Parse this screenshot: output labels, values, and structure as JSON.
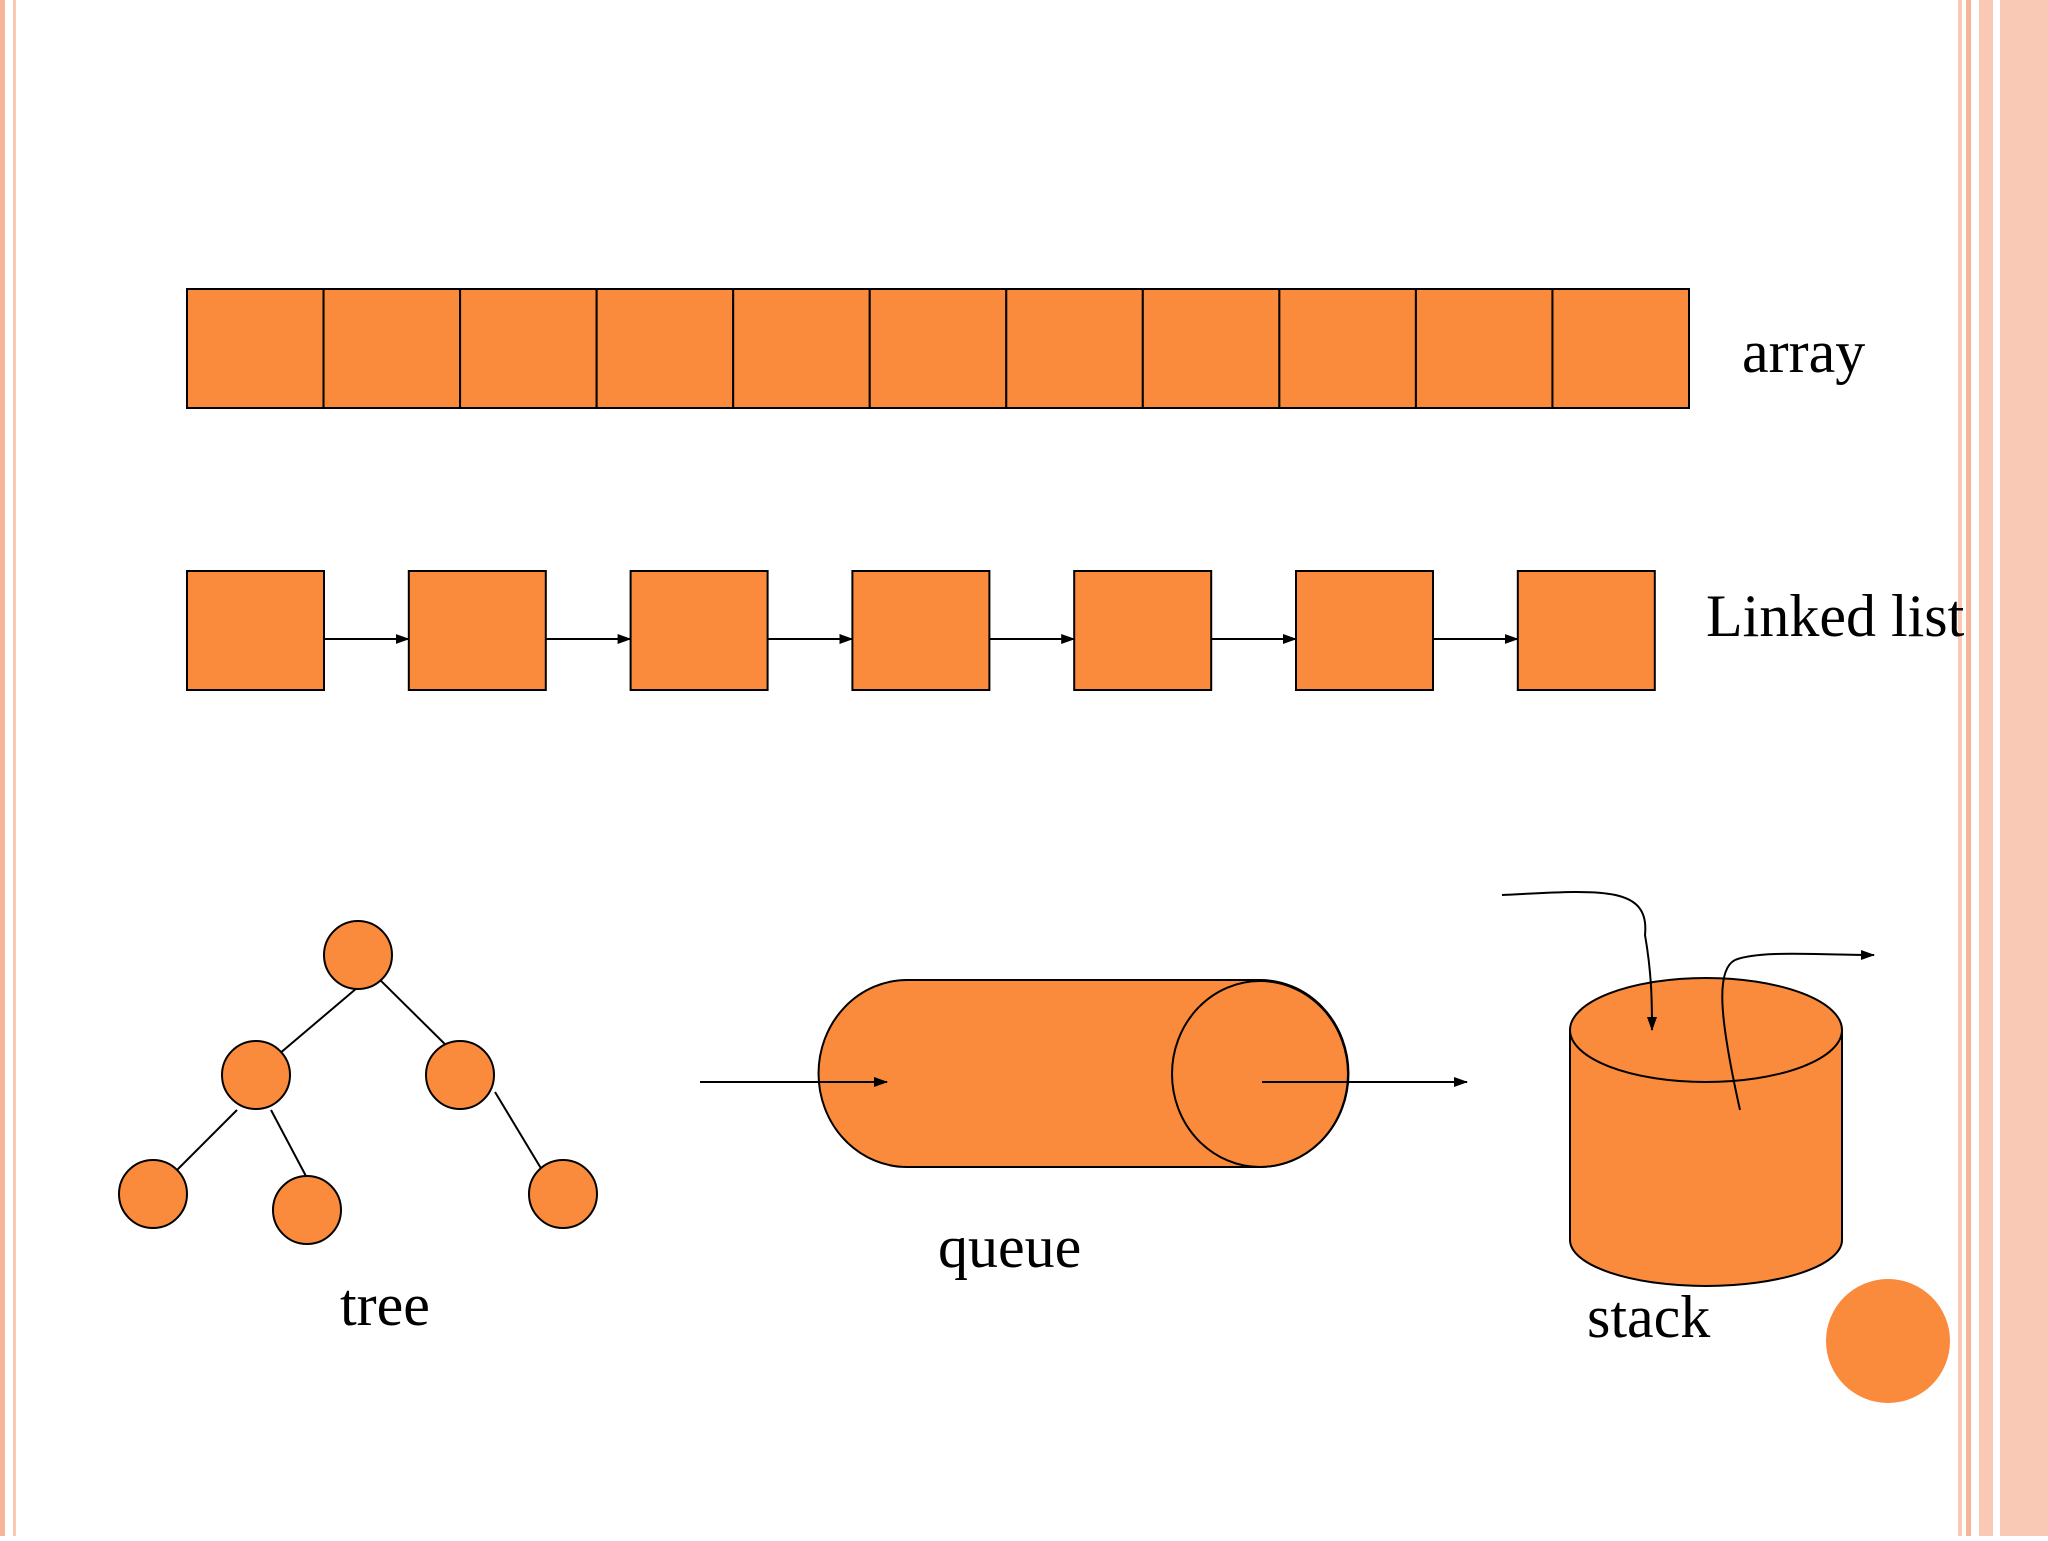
{
  "labels": {
    "array": "array",
    "linked_list": "Linked list",
    "tree": "tree",
    "queue": "queue",
    "stack": "stack"
  },
  "colors": {
    "fill": "#FA8A3C",
    "stroke": "#000000",
    "border_light": "#F9C9B6",
    "border_mid": "#F6B49A",
    "background": "#FFFFFF"
  },
  "structure": {
    "array_cells": 11,
    "linked_list_nodes": 7,
    "tree_nodes": 6,
    "tree_edges": 5
  }
}
